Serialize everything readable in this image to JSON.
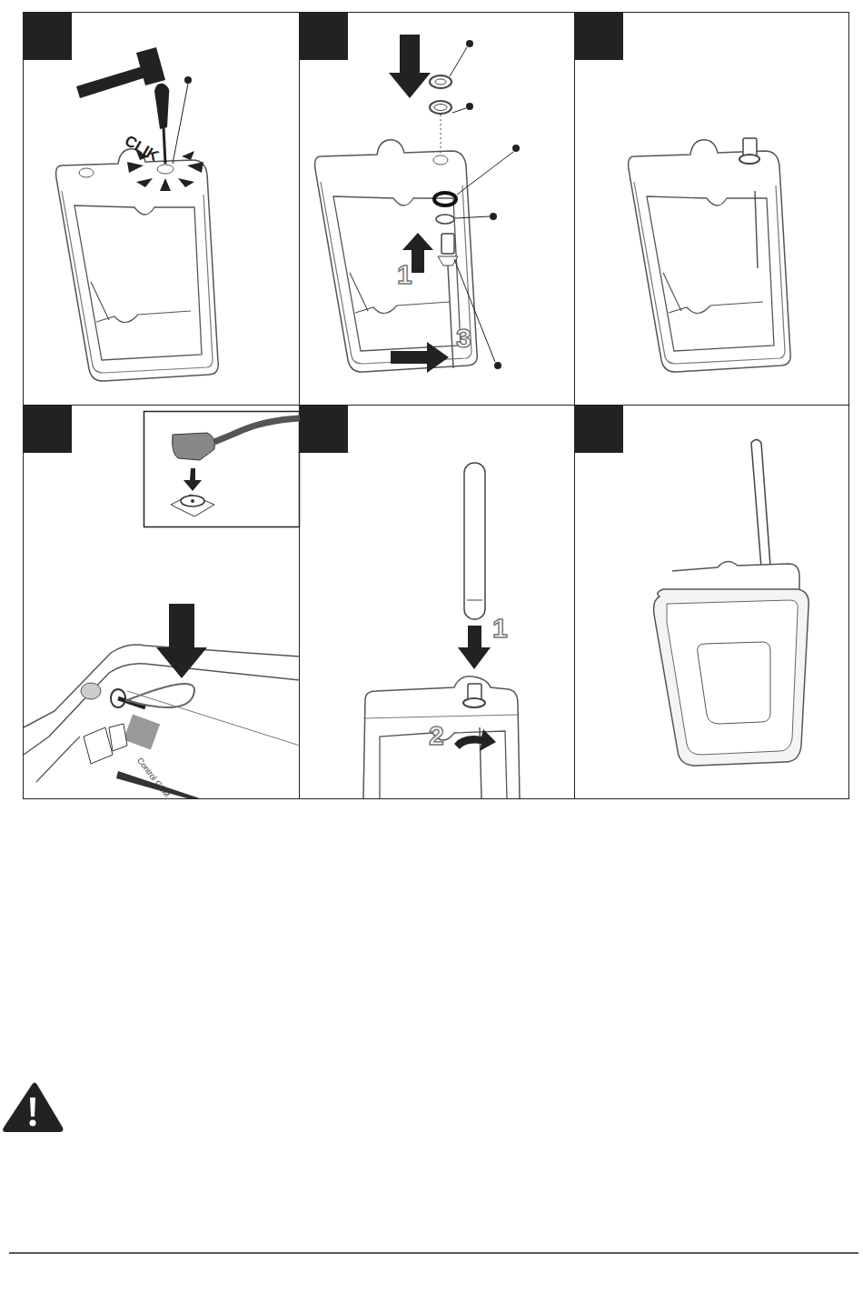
{
  "diagram": {
    "labels": [
      "CLIK",
      "1",
      "3",
      "Control GSM",
      "1",
      "2"
    ]
  }
}
